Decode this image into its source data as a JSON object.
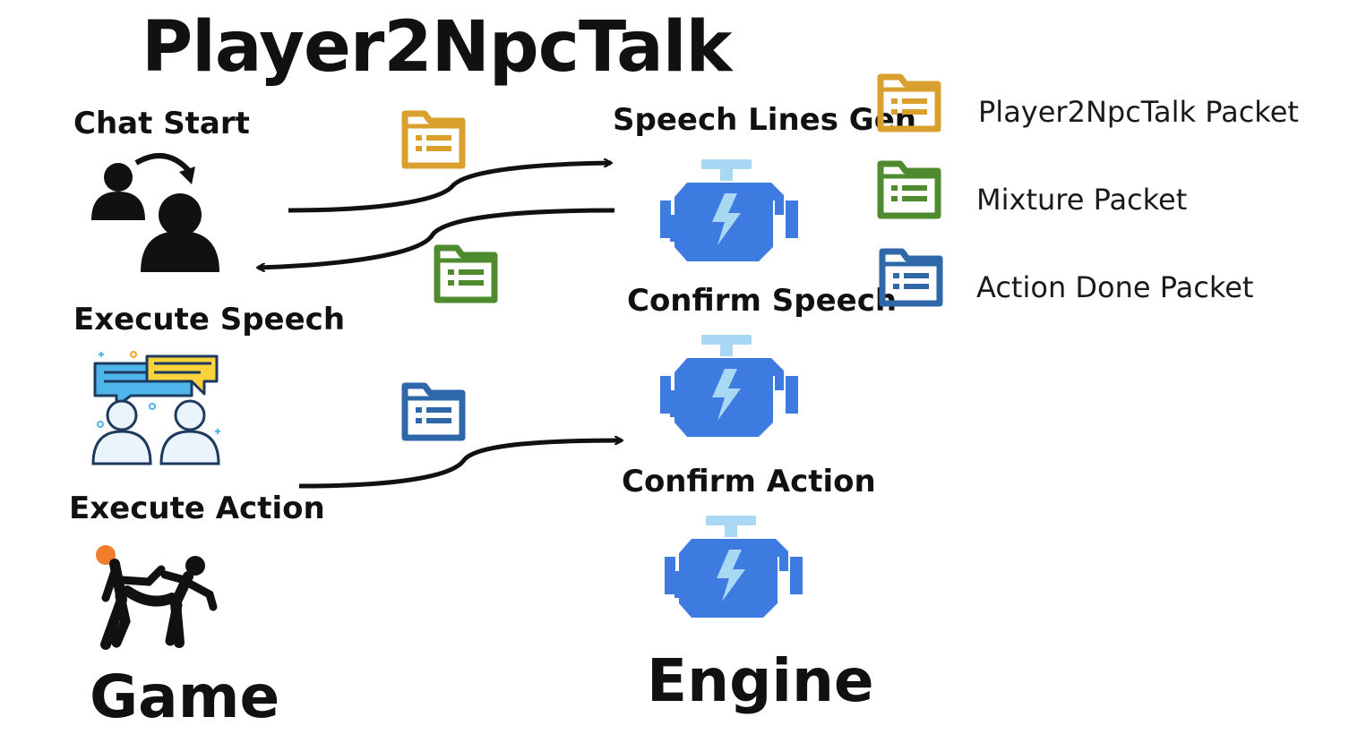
{
  "title": "Player2NpcTalk",
  "game": {
    "label": "Game",
    "steps": [
      {
        "label": "Chat Start",
        "icon": "users-switch-icon"
      },
      {
        "label": "Execute Speech",
        "icon": "conversation-icon"
      },
      {
        "label": "Execute Action",
        "icon": "fighting-icon"
      }
    ]
  },
  "engine": {
    "label": "Engine",
    "steps": [
      {
        "label": "Speech Lines Gen",
        "icon": "engine-icon"
      },
      {
        "label": "Confirm Speech",
        "icon": "engine-icon"
      },
      {
        "label": "Confirm Action",
        "icon": "engine-icon"
      }
    ]
  },
  "legend": [
    {
      "label": "Player2NpcTalk Packet",
      "color": "#D9A02E"
    },
    {
      "label": "Mixture Packet",
      "color": "#4E8A2E"
    },
    {
      "label": "Action Done Packet",
      "color": "#2F68A8"
    }
  ],
  "colors": {
    "engine_blue": "#3D7BE0",
    "engine_light": "#A9D8F5",
    "accent_orange": "#F07D2A"
  }
}
